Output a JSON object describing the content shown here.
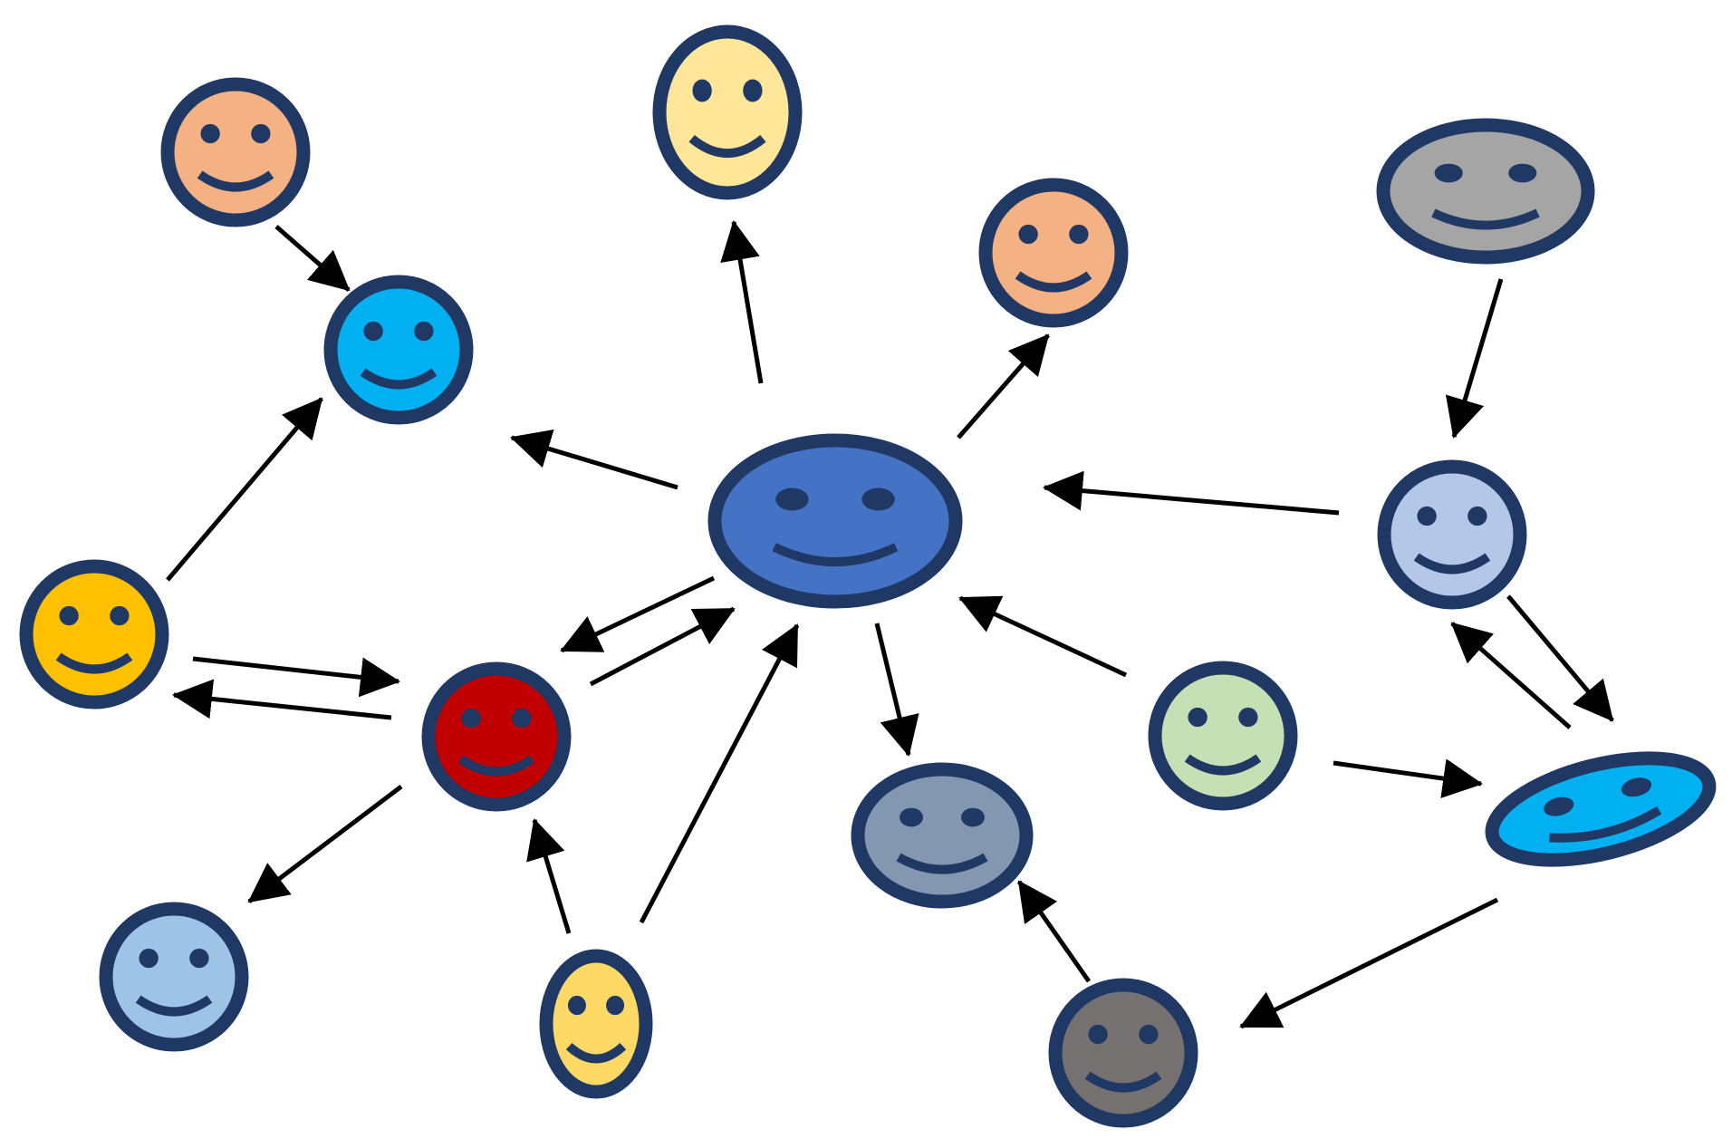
{
  "diagram": {
    "colors": {
      "outline": "#203864",
      "feature": "#203864",
      "arrow": "#000000",
      "background": "#FFFFFF"
    },
    "nodes": [
      {
        "id": "central",
        "fill": "#4472C4"
      },
      {
        "id": "top-center",
        "fill": "#FFE699"
      },
      {
        "id": "top-left",
        "fill": "#F4B183"
      },
      {
        "id": "upper-left",
        "fill": "#00B0F0"
      },
      {
        "id": "top-right-orange",
        "fill": "#F4B183"
      },
      {
        "id": "top-right-gray",
        "fill": "#A5A5A5"
      },
      {
        "id": "left-yellow",
        "fill": "#FFC000"
      },
      {
        "id": "red",
        "fill": "#C00000"
      },
      {
        "id": "bottom-left-blue",
        "fill": "#9DC3E6"
      },
      {
        "id": "bottom-yellow",
        "fill": "#FFD966"
      },
      {
        "id": "bottom-center-gray",
        "fill": "#8497B0"
      },
      {
        "id": "right-light-blue",
        "fill": "#B4C7E7"
      },
      {
        "id": "green",
        "fill": "#C5E0B4"
      },
      {
        "id": "right-cyan-tilted",
        "fill": "#00B0F0"
      },
      {
        "id": "bottom-dark-gray",
        "fill": "#767171"
      }
    ],
    "edges": [
      {
        "from": "top-left",
        "to": "upper-left"
      },
      {
        "from": "left-yellow",
        "to": "upper-left"
      },
      {
        "from": "central",
        "to": "upper-left"
      },
      {
        "from": "central",
        "to": "top-center"
      },
      {
        "from": "central",
        "to": "top-right-orange"
      },
      {
        "from": "right-light-blue",
        "to": "central"
      },
      {
        "from": "top-right-gray",
        "to": "right-light-blue"
      },
      {
        "from": "central",
        "to": "red"
      },
      {
        "from": "red",
        "to": "central"
      },
      {
        "from": "left-yellow",
        "to": "red"
      },
      {
        "from": "red",
        "to": "left-yellow"
      },
      {
        "from": "red",
        "to": "bottom-left-blue"
      },
      {
        "from": "bottom-yellow",
        "to": "red"
      },
      {
        "from": "bottom-yellow",
        "to": "central"
      },
      {
        "from": "central",
        "to": "bottom-center-gray"
      },
      {
        "from": "green",
        "to": "central"
      },
      {
        "from": "green",
        "to": "right-cyan-tilted"
      },
      {
        "from": "right-light-blue",
        "to": "right-cyan-tilted"
      },
      {
        "from": "right-cyan-tilted",
        "to": "right-light-blue"
      },
      {
        "from": "right-cyan-tilted",
        "to": "bottom-dark-gray"
      },
      {
        "from": "bottom-dark-gray",
        "to": "bottom-center-gray"
      }
    ]
  }
}
